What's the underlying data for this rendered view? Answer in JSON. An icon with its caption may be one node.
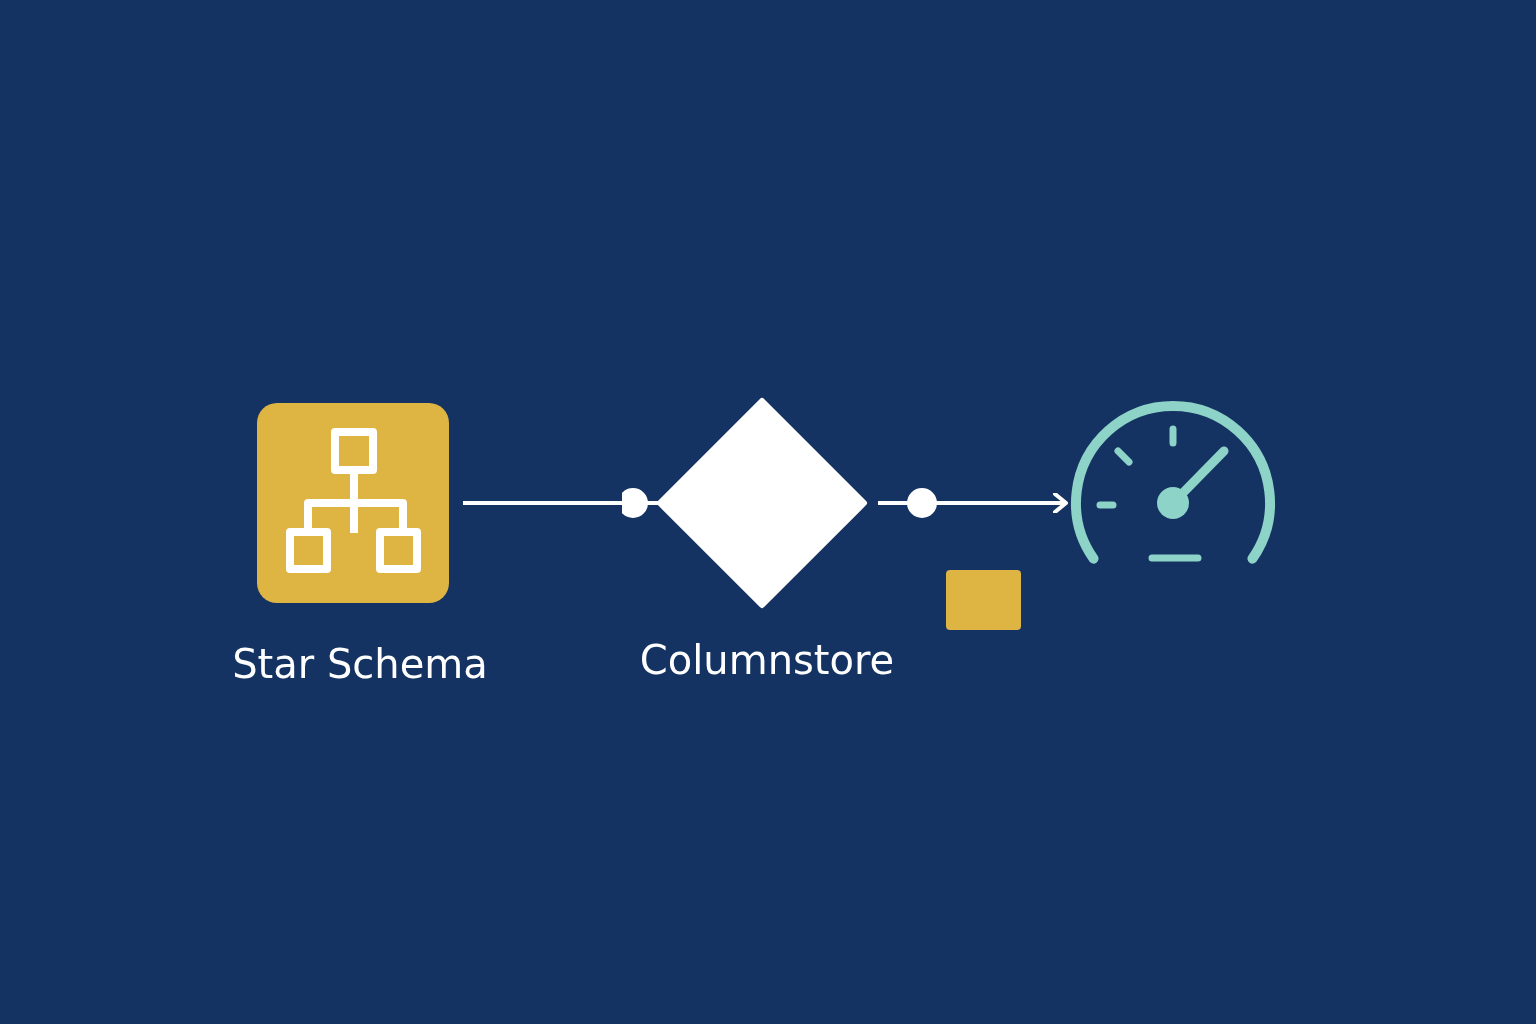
{
  "diagram": {
    "nodes": [
      {
        "text": [
          "Star Schema"
        ]
      },
      {
        "text": [
          "Columnstore"
        ]
      },
      {
        "text": [],
        "shape": "picture"
      },
      {
        "text": [],
        "shape": "box"
      }
    ],
    "edges": [
      {
        "from": 0,
        "to": 1,
        "arrow": "other"
      },
      {
        "from": 1,
        "to": 2,
        "arrow": "to"
      }
    ]
  }
}
